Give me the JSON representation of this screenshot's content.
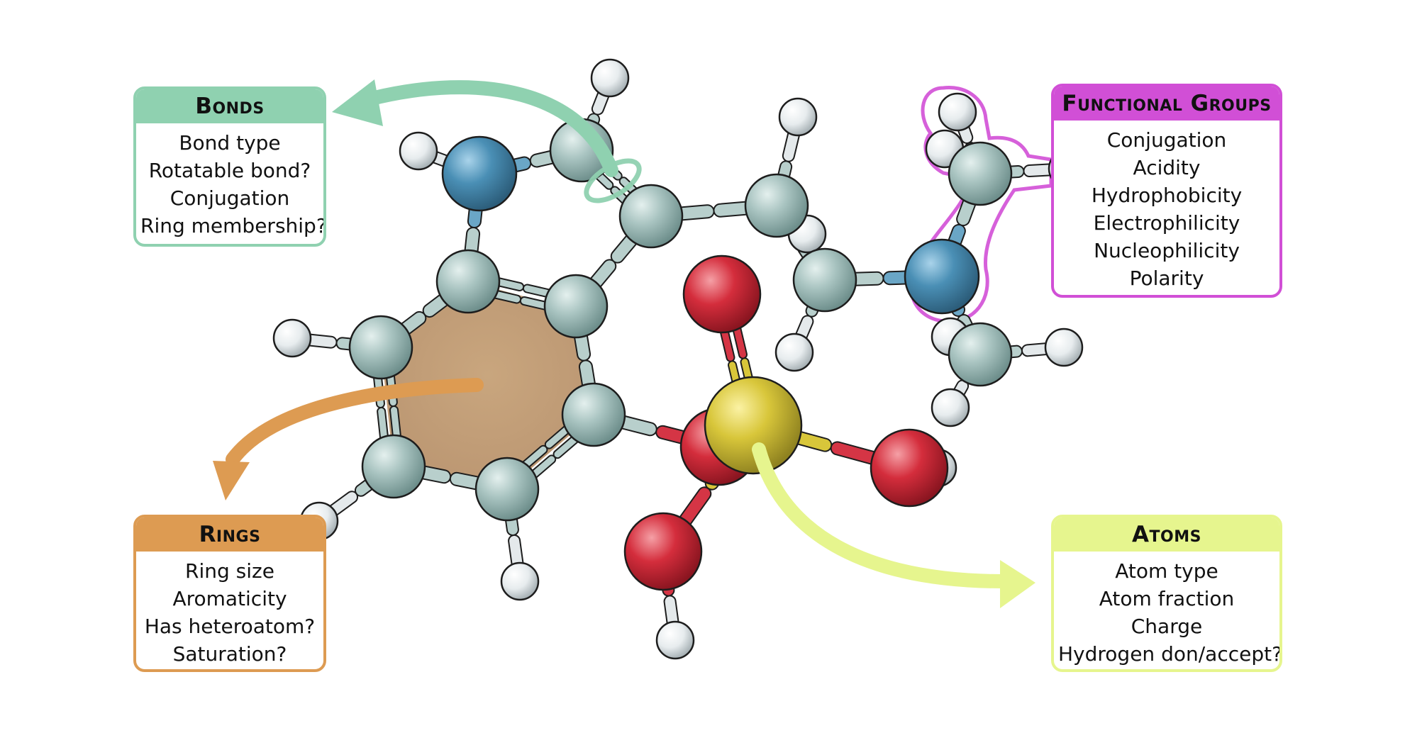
{
  "colors": {
    "bonds": "#8fd1b0",
    "functional_groups": "#d14fd6",
    "rings": "#dd9b52",
    "atoms": "#e6f58e",
    "carbon": "#a9c4c1",
    "nitrogen": "#4a8fb5",
    "oxygen": "#d42d3c",
    "sulfur": "#d8c63a",
    "hydrogen": "#eef0f2"
  },
  "panels": {
    "bonds": {
      "title": "Bonds",
      "items": [
        "Bond type",
        "Rotatable bond?",
        "Conjugation",
        "Ring membership?"
      ]
    },
    "functional_groups": {
      "title": "Functional Groups",
      "items": [
        "Conjugation",
        "Acidity",
        "Hydrophobicity",
        "Electrophilicity",
        "Nucleophilicity",
        "Polarity"
      ]
    },
    "rings": {
      "title": "Rings",
      "items": [
        "Ring size",
        "Aromaticity",
        "Has heteroatom?",
        "Saturation?"
      ]
    },
    "atoms": {
      "title": "Atoms",
      "items": [
        "Atom type",
        "Atom fraction",
        "Charge",
        "Hydrogen don/accept?"
      ]
    }
  },
  "molecule": {
    "atoms": [
      {
        "id": "N1",
        "element": "N"
      },
      {
        "id": "C2",
        "element": "C"
      },
      {
        "id": "C3",
        "element": "C"
      },
      {
        "id": "C3a",
        "element": "C"
      },
      {
        "id": "C4",
        "element": "C"
      },
      {
        "id": "C5",
        "element": "C"
      },
      {
        "id": "C6",
        "element": "C"
      },
      {
        "id": "C7",
        "element": "C"
      },
      {
        "id": "C7a",
        "element": "C"
      },
      {
        "id": "Ca",
        "element": "C"
      },
      {
        "id": "Cb",
        "element": "C"
      },
      {
        "id": "N2",
        "element": "N"
      },
      {
        "id": "Cm1",
        "element": "C"
      },
      {
        "id": "Cm2",
        "element": "C"
      },
      {
        "id": "O1",
        "element": "O"
      },
      {
        "id": "S",
        "element": "S"
      },
      {
        "id": "O2",
        "element": "O"
      },
      {
        "id": "O3",
        "element": "O"
      },
      {
        "id": "O4",
        "element": "O"
      }
    ]
  }
}
